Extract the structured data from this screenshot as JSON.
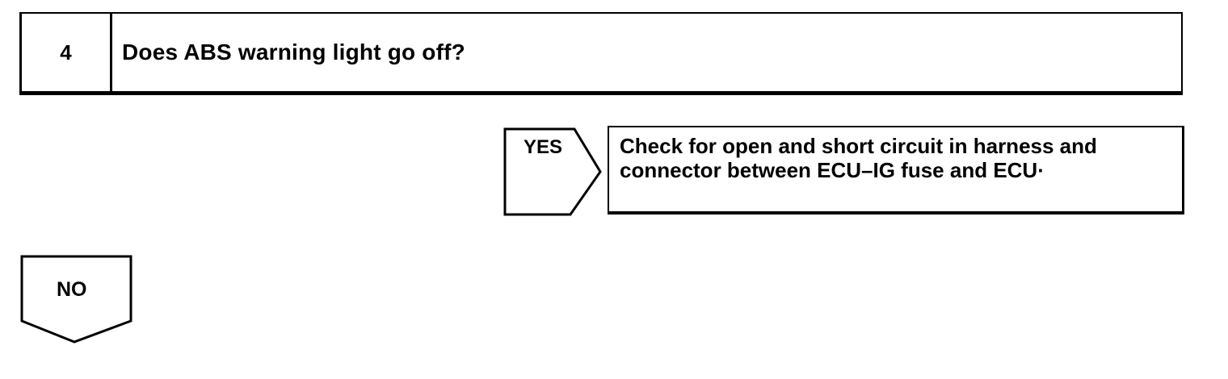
{
  "step": {
    "number": "4",
    "question": "Does ABS warning light go off?"
  },
  "branches": {
    "yes": {
      "label": "YES",
      "result_lines": [
        "Check for open and short circuit in harness and",
        "connector between ECU–IG fuse and ECU·"
      ]
    },
    "no": {
      "label": "NO"
    }
  }
}
